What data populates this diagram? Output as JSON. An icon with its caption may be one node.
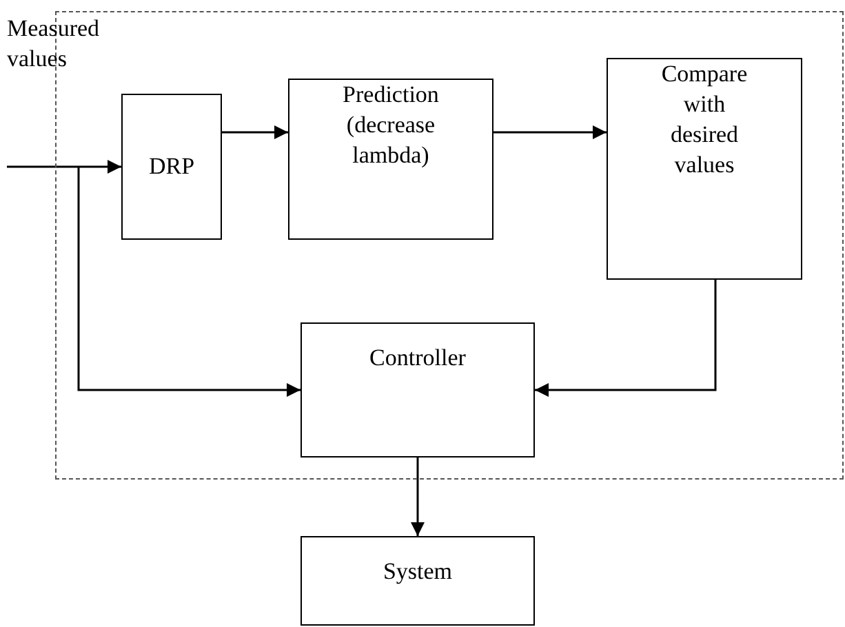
{
  "diagram": {
    "nodes": [
      {
        "text": [],
        "shape": "box"
      },
      {
        "text": [
          "DRP"
        ],
        "in": 0
      },
      {
        "text": [
          "Prediction (decrease lambda)"
        ],
        "in": 0
      },
      {
        "text": [
          "Compare with desired values"
        ],
        "in": 0
      },
      {
        "text": [
          "Controller"
        ],
        "in": 0
      },
      {
        "text": [
          "System"
        ]
      }
    ],
    "edges": [
      {
        "from": null,
        "to": 1,
        "arrow": "to"
      },
      {
        "from": 1,
        "to": 2,
        "arrow": "to"
      },
      {
        "from": 2,
        "to": 3,
        "arrow": "to"
      },
      {
        "from": null,
        "to": 4,
        "arrow": "to"
      },
      {
        "from": 3,
        "to": 4,
        "arrow": "to"
      },
      {
        "from": 4,
        "to": 5,
        "arrow": "to"
      }
    ],
    "labels": [
      "Measured values"
    ]
  }
}
